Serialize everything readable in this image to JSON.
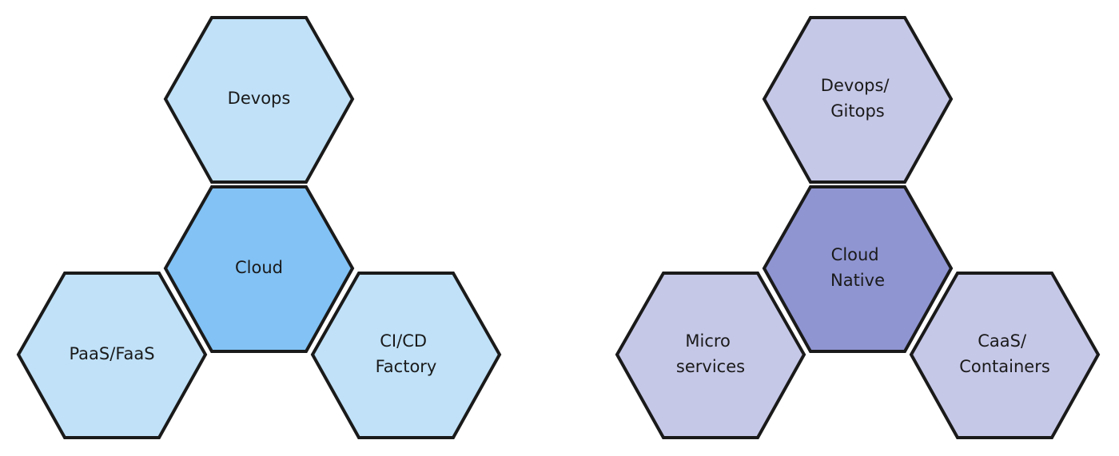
{
  "palette": {
    "cloud_outer": "#c0e1f8",
    "cloud_center": "#82c2f5",
    "native_outer": "#c6c8e8",
    "native_center": "#8f95d1",
    "outline": "#1a1a1a"
  },
  "clusters": [
    {
      "hexes": {
        "top": {
          "lines": [
            "Devops"
          ],
          "icon": ""
        },
        "center": {
          "lines": [
            "Cloud"
          ]
        },
        "left": {
          "lines": [
            "PaaS/FaaS"
          ]
        },
        "right": {
          "lines": [
            "CI/CD",
            "Factory"
          ]
        }
      }
    },
    {
      "hexes": {
        "top": {
          "lines": [
            "Devops/",
            "Gitops"
          ]
        },
        "center": {
          "lines": [
            "Cloud",
            "Native"
          ]
        },
        "left": {
          "lines": [
            "Micro",
            "services"
          ]
        },
        "right": {
          "lines": [
            "CaaS/",
            "Containers"
          ]
        }
      }
    }
  ]
}
